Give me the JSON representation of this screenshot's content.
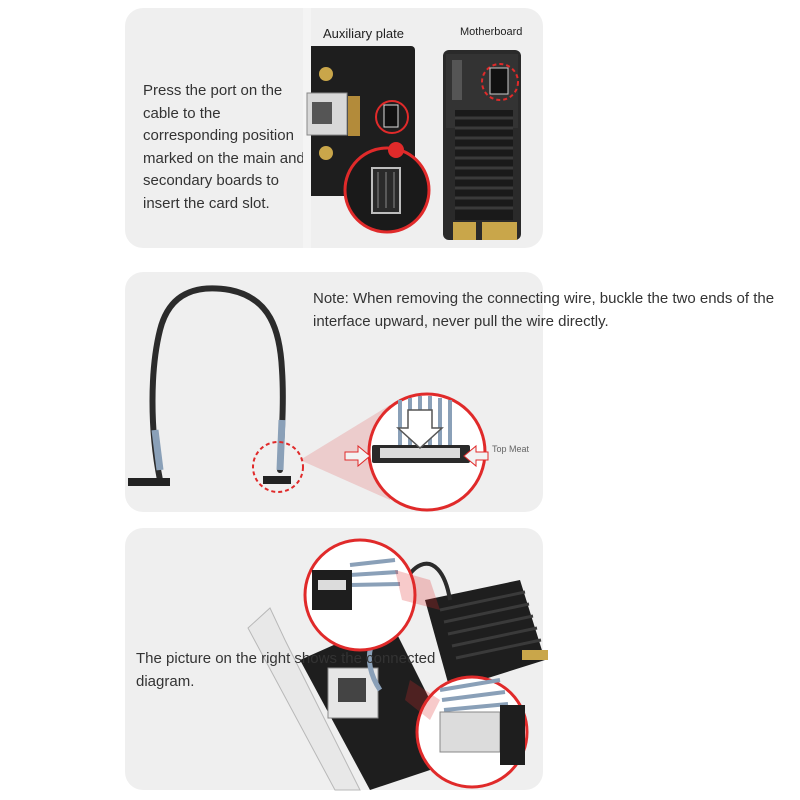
{
  "step1": {
    "text": "Press the port on the cable to the corresponding position marked on the main and secondary boards to insert the card slot.",
    "auxiliary_label": "Auxiliary plate",
    "motherboard_label": "Motherboard"
  },
  "step2": {
    "note": "Note: When removing the connecting wire, buckle the two ends of the interface upward, never pull the wire directly.",
    "callout_label": "Top Meat"
  },
  "step3": {
    "text": "The picture on the right shows the connected diagram."
  },
  "colors": {
    "panel": "#efefef",
    "highlight": "#e02a2a",
    "board": "#1e1e1e",
    "bracket": "#e8e8e8"
  }
}
